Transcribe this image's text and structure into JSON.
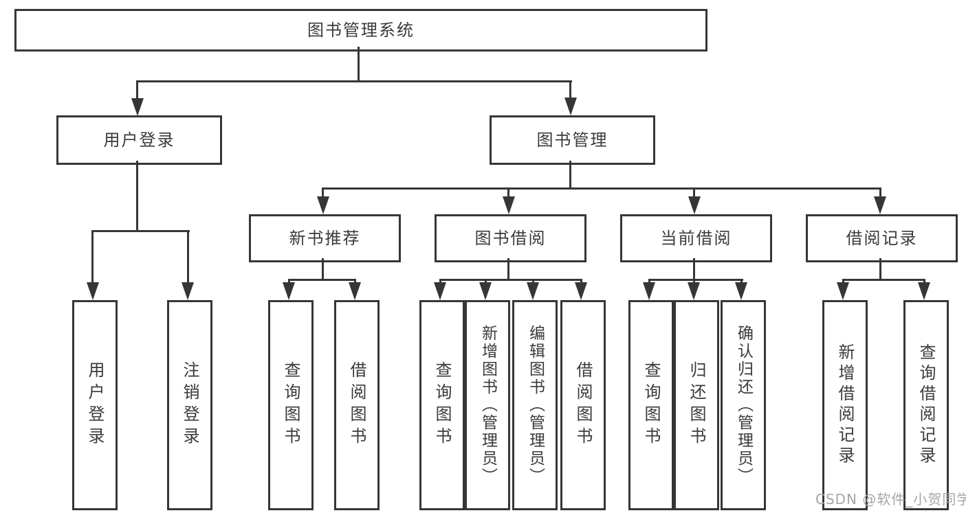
{
  "diagram": {
    "root": {
      "label": "图书管理系统"
    },
    "level2": [
      {
        "label": "用户登录"
      },
      {
        "label": "图书管理"
      }
    ],
    "level3": [
      {
        "label": "新书推荐"
      },
      {
        "label": "图书借阅"
      },
      {
        "label": "当前借阅"
      },
      {
        "label": "借阅记录"
      }
    ],
    "leaves": [
      {
        "label": "用户登录"
      },
      {
        "label": "注销登录"
      },
      {
        "label": "查询图书"
      },
      {
        "label": "借阅图书"
      },
      {
        "label": "查询图书"
      },
      {
        "label": "新增图书（管理员）"
      },
      {
        "label": "编辑图书（管理员）"
      },
      {
        "label": "借阅图书"
      },
      {
        "label": "查询图书"
      },
      {
        "label": "归还图书"
      },
      {
        "label": "确认归还（管理员）"
      },
      {
        "label": "新增借阅记录"
      },
      {
        "label": "查询借阅记录"
      }
    ]
  },
  "watermark": {
    "text": "CSDN @软件_小贺同学"
  },
  "colors": {
    "line": "#363636",
    "text": "#3a3a3a",
    "background": "#ffffff",
    "watermark": "#a6a6a6"
  }
}
